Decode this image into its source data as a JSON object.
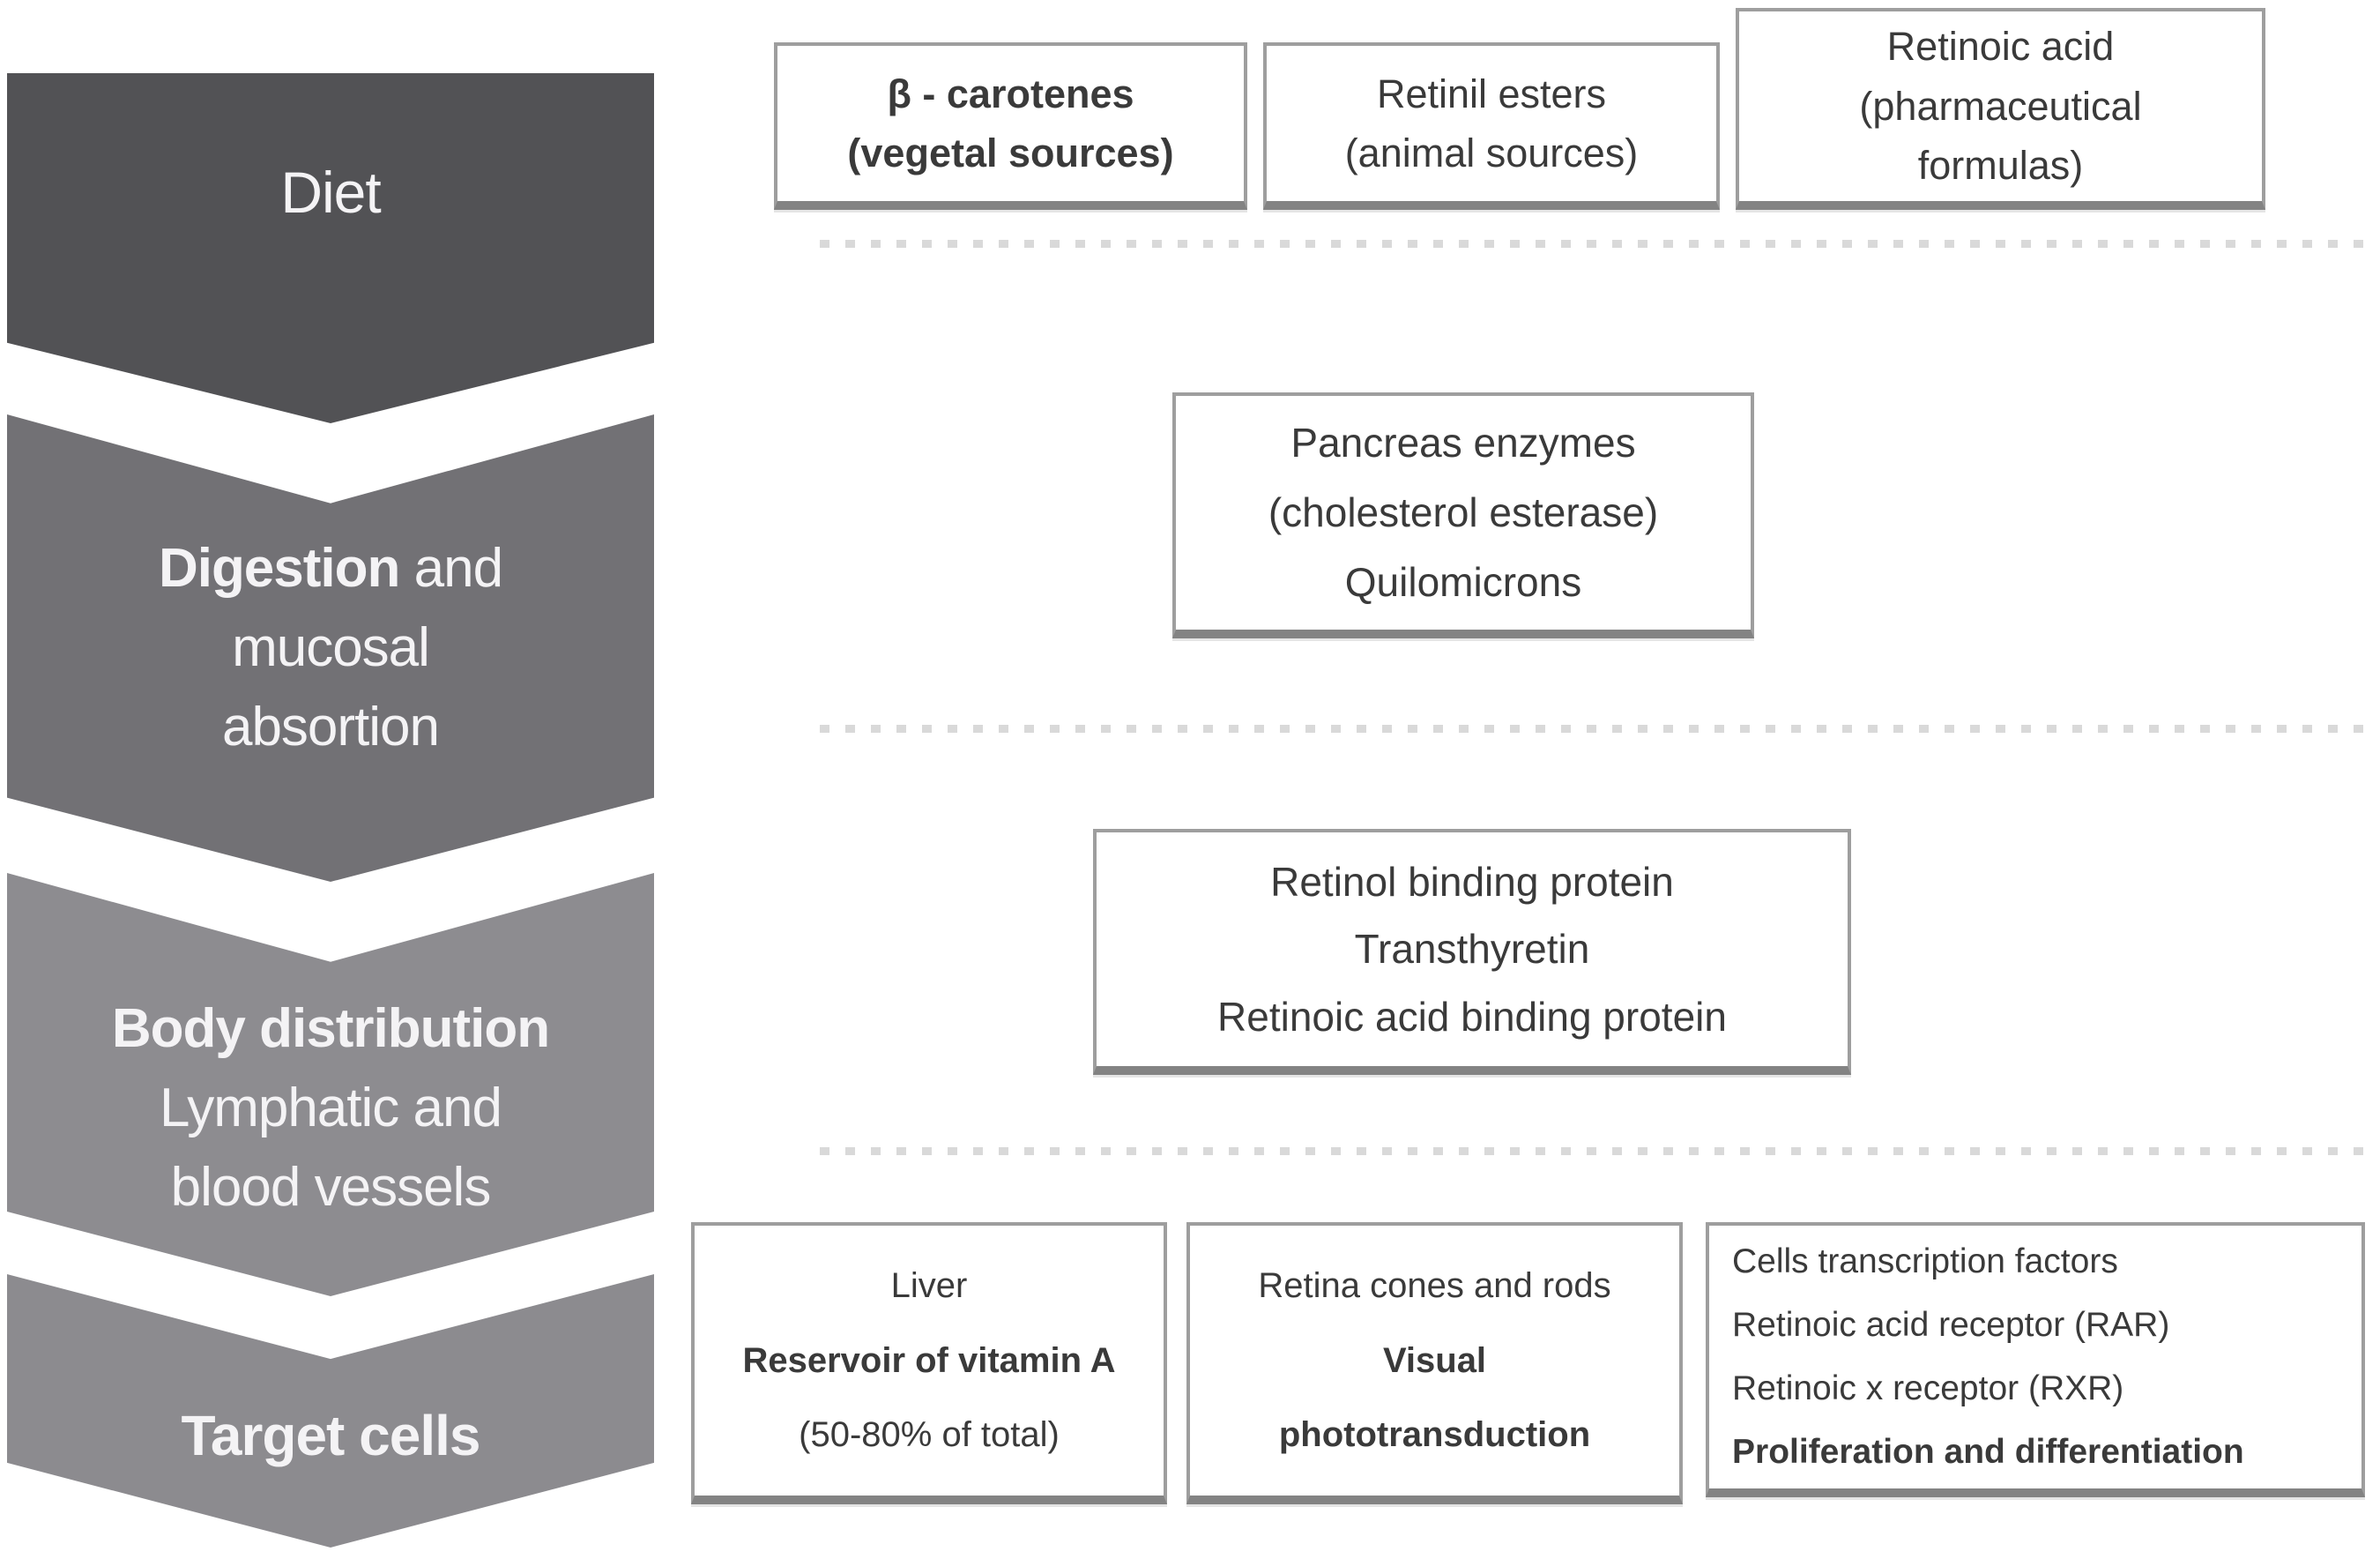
{
  "palette": {
    "background": "#ffffff",
    "chevron_diet": "#525255",
    "chevron_digestion": "#727175",
    "chevron_body_distribution": "#8d8c90",
    "chevron_target_cells": "#8c8b8f",
    "chevron_text": "#f4f3f5",
    "box_border": "#9e9e9e",
    "box_border_bottom": "#838383",
    "box_text": "#3a3a3a",
    "divider_color": "#d9d9d9"
  },
  "dividers": {
    "style": "dashed",
    "count": 3
  },
  "stages": [
    {
      "name": "diet",
      "color": "#525255",
      "lines": [
        [
          {
            "t": "Diet",
            "b": false
          }
        ]
      ]
    },
    {
      "name": "digestion-and-mucosal-absortion",
      "color": "#727175",
      "lines": [
        [
          {
            "t": "Digestion",
            "b": true
          },
          {
            "t": " and",
            "b": false
          }
        ],
        [
          {
            "t": "mucosal",
            "b": false
          }
        ],
        [
          {
            "t": "absortion",
            "b": false
          }
        ]
      ]
    },
    {
      "name": "body-distribution",
      "color": "#8d8c90",
      "lines": [
        [
          {
            "t": "Body distribution",
            "b": true
          }
        ],
        [
          {
            "t": "Lymphatic and",
            "b": false
          }
        ],
        [
          {
            "t": "blood vessels",
            "b": false
          }
        ]
      ]
    },
    {
      "name": "target-cells",
      "color": "#8c8b8f",
      "lines": [
        [
          {
            "t": "Target cells",
            "b": true
          }
        ]
      ]
    }
  ],
  "boxes": [
    {
      "name": "beta-carotenes",
      "lines": [
        {
          "t": "β - carotenes",
          "b": true
        },
        {
          "t": "(vegetal sources)",
          "b": true
        }
      ]
    },
    {
      "name": "retinil-esters",
      "lines": [
        {
          "t": "Retinil esters",
          "b": false
        },
        {
          "t": "(animal sources)",
          "b": false
        }
      ]
    },
    {
      "name": "retinoic-acid",
      "lines": [
        {
          "t": "Retinoic acid",
          "b": false
        },
        {
          "t": "(pharmaceutical",
          "b": false
        },
        {
          "t": "formulas)",
          "b": false
        }
      ]
    },
    {
      "name": "pancreas-enzymes",
      "lines": [
        {
          "t": "Pancreas enzymes",
          "b": false
        },
        {
          "t": "(cholesterol esterase)",
          "b": false
        },
        {
          "t": "Quilomicrons",
          "b": false
        }
      ]
    },
    {
      "name": "binding-proteins",
      "lines": [
        {
          "t": "Retinol binding protein",
          "b": false
        },
        {
          "t": "Transthyretin",
          "b": false
        },
        {
          "t": "Retinoic acid binding protein",
          "b": false
        }
      ]
    },
    {
      "name": "liver",
      "lines": [
        {
          "t": "Liver",
          "b": false
        },
        {
          "t": "Reservoir of vitamin A",
          "b": true
        },
        {
          "t": "(50-80% of total)",
          "b": false
        }
      ]
    },
    {
      "name": "retina",
      "lines": [
        {
          "t": "Retina cones and rods",
          "b": false
        },
        {
          "t": "Visual",
          "b": true
        },
        {
          "t": "phototransduction",
          "b": true
        }
      ]
    },
    {
      "name": "cell-transcription-factors",
      "lines": [
        {
          "t": "Cells transcription factors",
          "b": false
        },
        {
          "t": "Retinoic acid receptor (RAR)",
          "b": false
        },
        {
          "t": "Retinoic x receptor (RXR)",
          "b": false
        },
        {
          "t": "Proliferation and differentiation",
          "b": true
        }
      ]
    }
  ]
}
